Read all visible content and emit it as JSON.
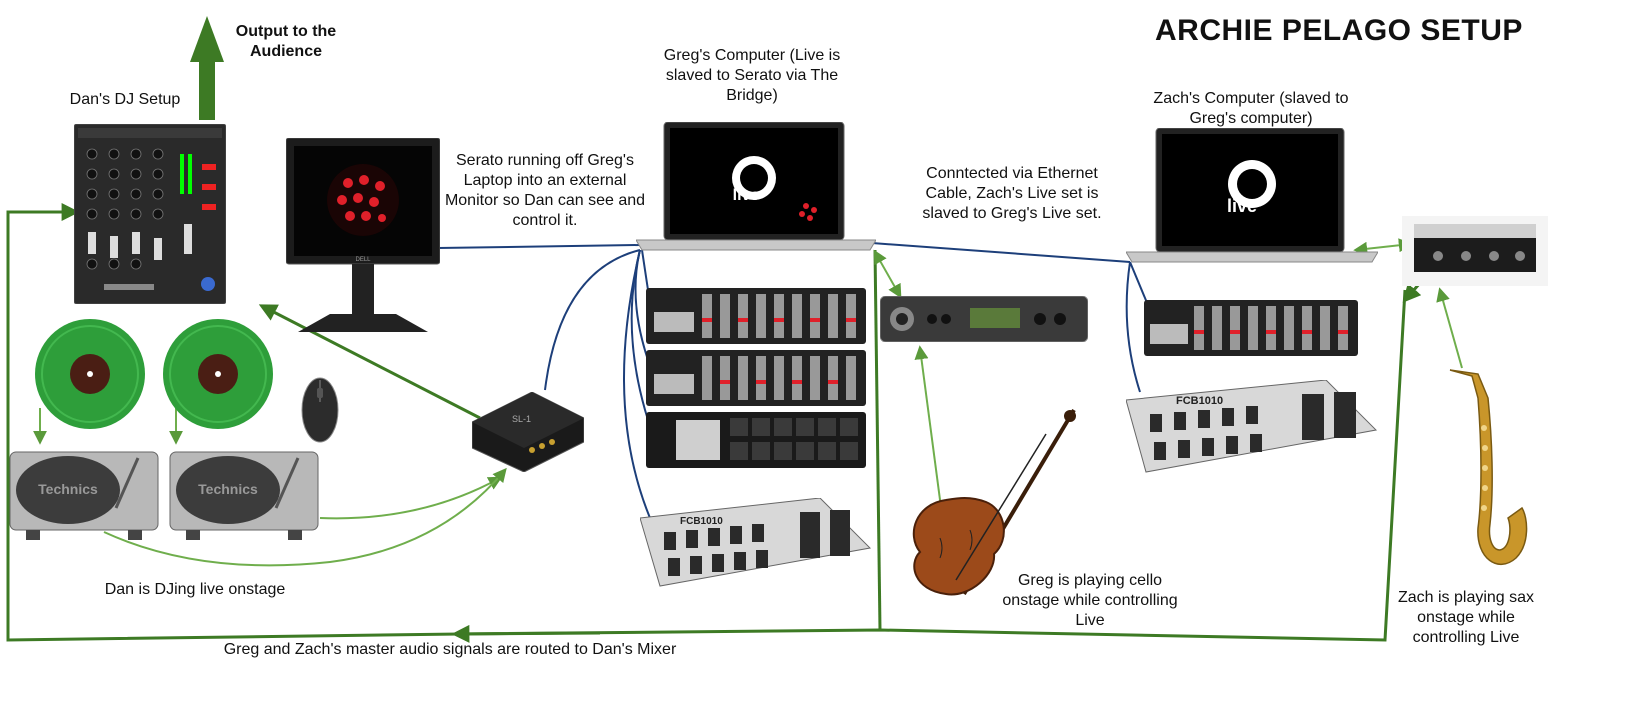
{
  "title": "ARCHIE PELAGO SETUP",
  "labels": {
    "output": "Output to the Audience",
    "dj_setup": "Dan's DJ Setup",
    "greg_computer": "Greg's Computer (Live is slaved to Serato via The Bridge)",
    "zach_computer": "Zach's Computer (slaved to Greg's computer)",
    "serato": "Serato running off Greg's Laptop into an external Monitor so Dan can see and control it.",
    "ethernet": "Conntected via Ethernet Cable, Zach's Live set is slaved to Greg's Live set.",
    "dan_djing": "Dan is DJing live onstage",
    "greg_cello": "Greg is playing cello onstage while controlling Live",
    "zach_sax": "Zach is playing sax onstage while controlling Live",
    "master_audio": "Greg and Zach's master audio signals are routed to Dan's Mixer"
  },
  "device_text": {
    "live_logo": "live",
    "turntable_brand": "Technics",
    "fcb_model": "FCB1010",
    "sl1_label": "SL-1",
    "dell": "DELL"
  },
  "colors": {
    "arrow_green": "#3d7a24",
    "line_green": "#6fae4c",
    "cable_blue": "#1d3f7a",
    "serato_red": "#e0202a",
    "vinyl_green": "#2e9e3a"
  },
  "icons": [
    "mixer-icon",
    "turntable-icon",
    "vinyl-icon",
    "mouse-icon",
    "monitor-icon",
    "laptop-icon",
    "midi-controller-icon",
    "pad-controller-icon",
    "foot-controller-icon",
    "audio-interface-icon",
    "serato-box-icon",
    "cello-icon",
    "saxophone-icon",
    "sax-interface-icon"
  ]
}
